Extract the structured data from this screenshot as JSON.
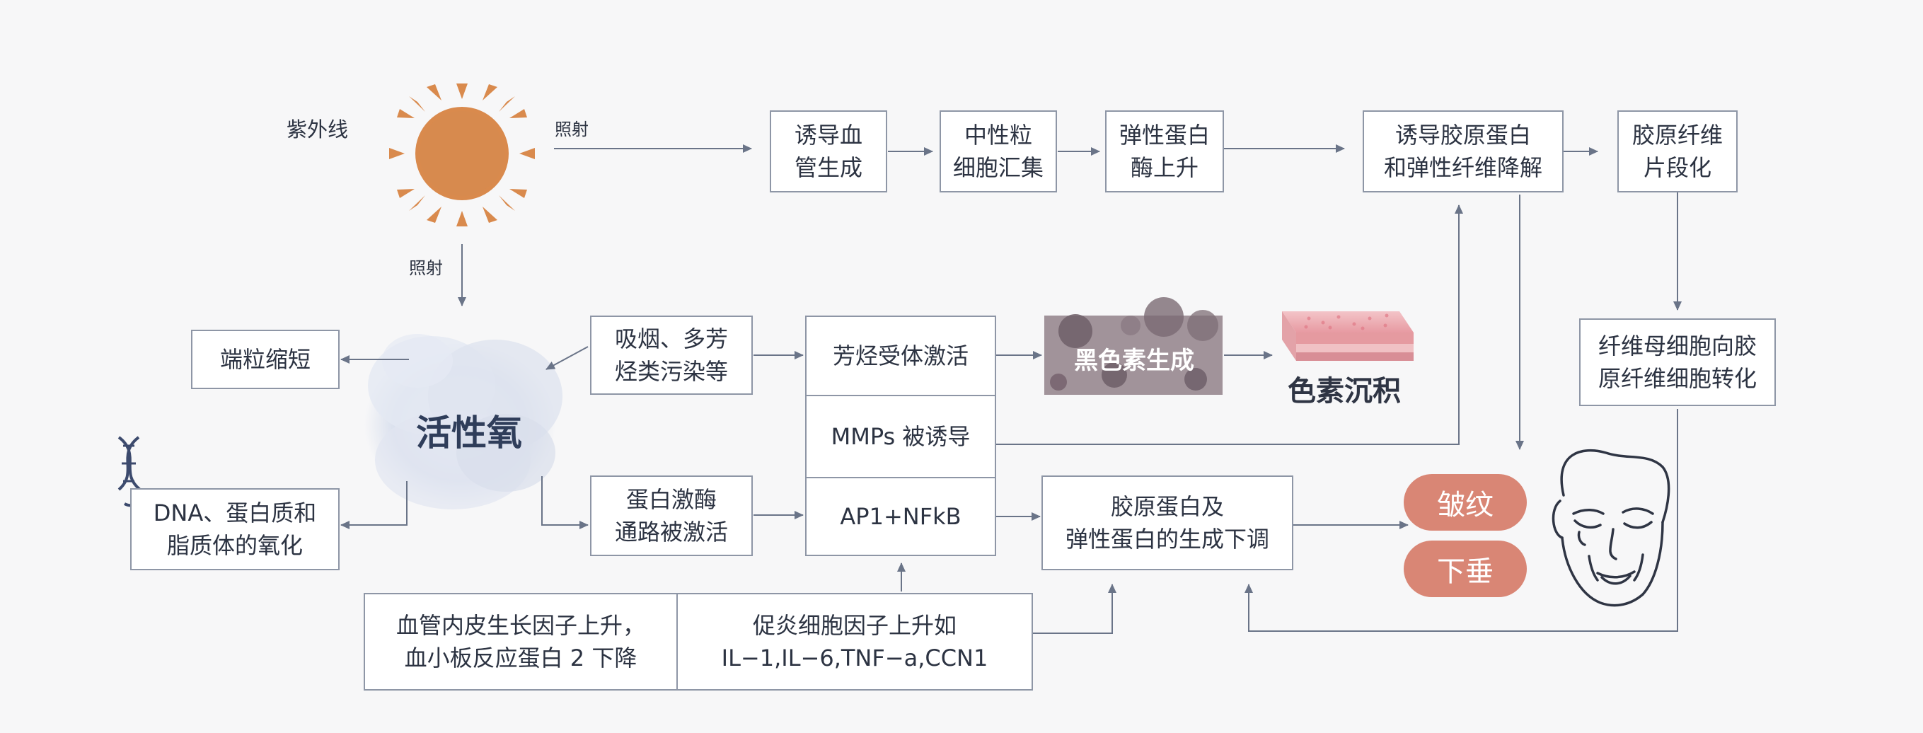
{
  "uv": {
    "label": "紫外线",
    "irradiate_right": "照射",
    "irradiate_down": "照射"
  },
  "top_row": {
    "angiogenesis": [
      "诱导血",
      "管生成"
    ],
    "neutrophil": [
      "中性粒",
      "细胞汇集"
    ],
    "elastase": [
      "弹性蛋白",
      "酶上升"
    ],
    "degradation": [
      "诱导胶原蛋白",
      "和弹性纤维降解"
    ],
    "fragmentation": [
      "胶原纤维",
      "片段化"
    ]
  },
  "ros": {
    "label": "活性氧"
  },
  "telomere": "端粒缩短",
  "oxidation": [
    "DNA、蛋白质和",
    "脂质体的氧化"
  ],
  "smoking": [
    "吸烟、多芳",
    "烃类污染等"
  ],
  "kinase": [
    "蛋白激酶",
    "通路被激活"
  ],
  "stack": {
    "ahr": "芳烃受体激活",
    "mmps": "MMPs 被诱导",
    "ap1": "AP1+NFkB"
  },
  "melanin": {
    "gen": "黑色素生成",
    "deposit": "色素沉积"
  },
  "collagen_down": [
    "胶原蛋白及",
    "弹性蛋白的生成下调"
  ],
  "fibroblast": [
    "纤维母细胞向胶",
    "原纤维细胞转化"
  ],
  "vegf": [
    "血管内皮生长因子上升，",
    "血小板反应蛋白 2 下降"
  ],
  "cytokines": [
    "促炎细胞因子上升如",
    "IL−1,IL−6,TNF−a,CCN1"
  ],
  "outcomes": {
    "wrinkle": "皱纹",
    "sag": "下垂"
  },
  "colors": {
    "box_border": "#8e96a6",
    "arrow": "#6a7488",
    "sun": "#d98a4d",
    "pill": "#d98675",
    "ros": "#2f3d5a",
    "melanin_bg": "#8d7d85"
  }
}
